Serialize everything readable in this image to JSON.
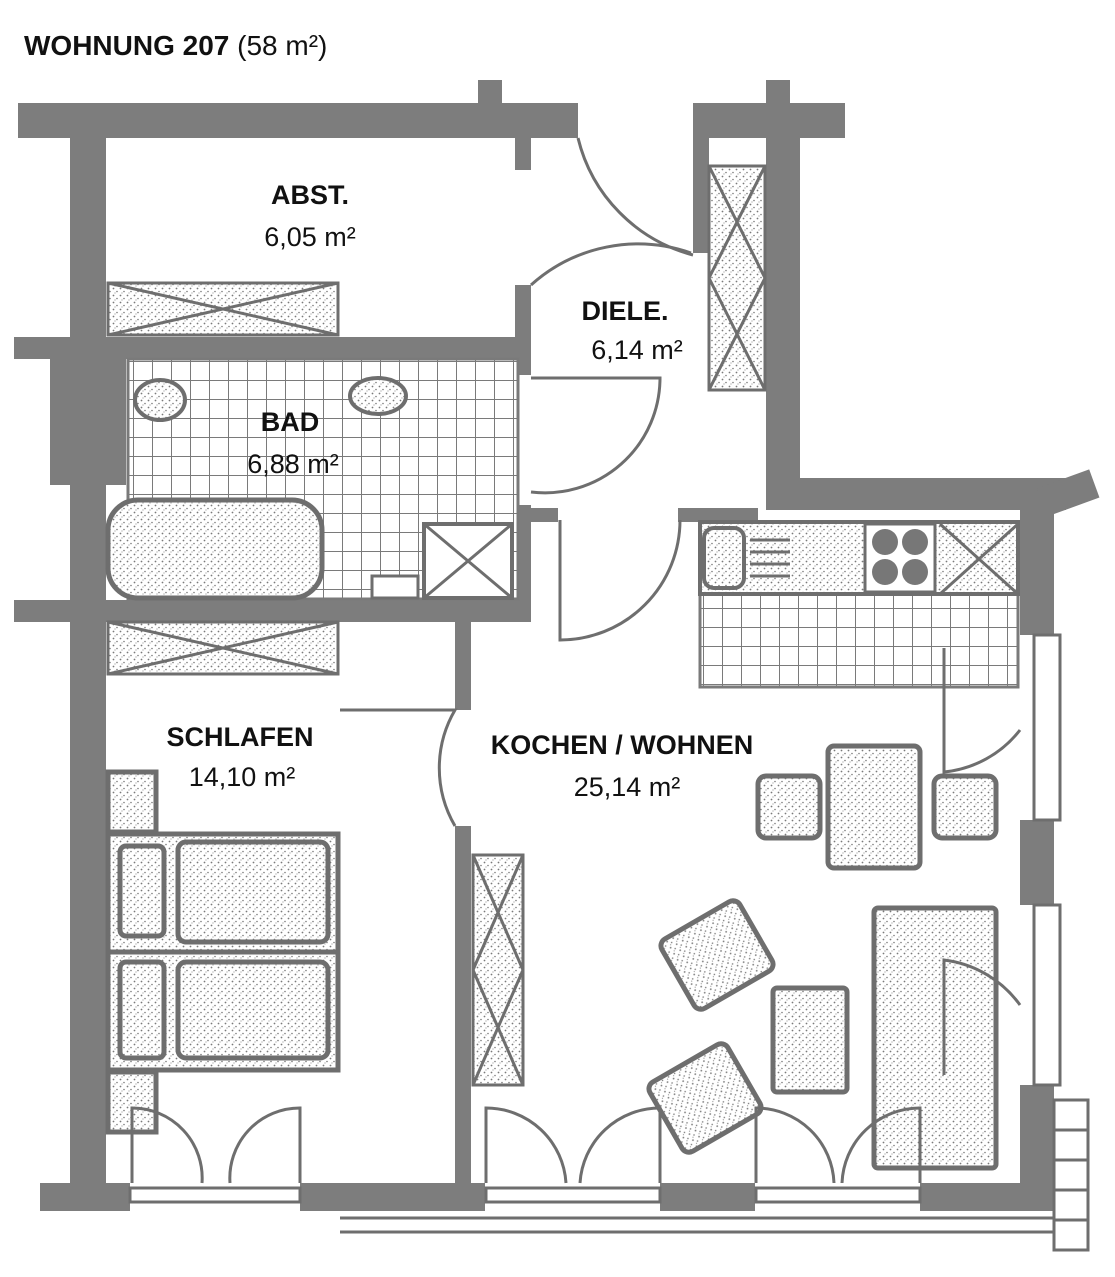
{
  "title": {
    "name": "WOHNUNG 207",
    "area": "(58 m²)"
  },
  "rooms": [
    {
      "id": "abst",
      "name": "ABST.",
      "area": "6,05 m²"
    },
    {
      "id": "diele",
      "name": "DIELE.",
      "area": "6,14 m²"
    },
    {
      "id": "bad",
      "name": "BAD",
      "area": "6,88 m²"
    },
    {
      "id": "schlafen",
      "name": "SCHLAFEN",
      "area": "14,10 m²"
    },
    {
      "id": "kochen",
      "name": "KOCHEN / WOHNEN",
      "area": "25,14 m²"
    }
  ],
  "colors": {
    "wall": "#7d7d7d",
    "line": "#6e6e6e",
    "stipple": "#8a8a8a",
    "background": "#ffffff",
    "text": "#111111"
  }
}
